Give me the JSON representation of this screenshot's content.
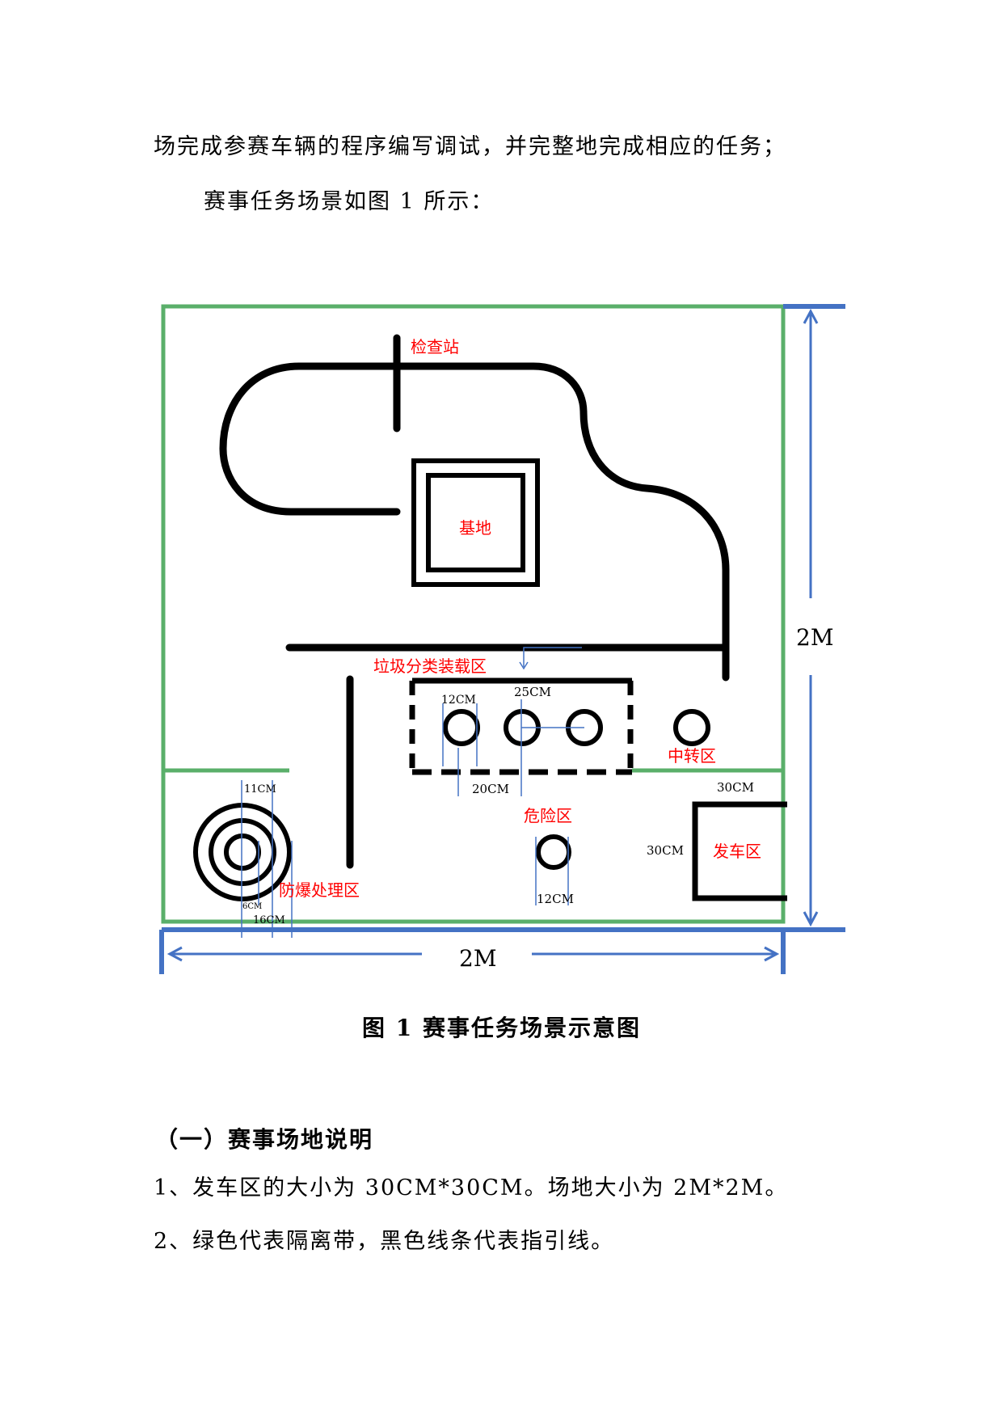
{
  "document": {
    "paragraph_1": "场完成参赛车辆的程序编写调试，并完整地完成相应的任务；",
    "paragraph_2": "赛事任务场景如图 1 所示：",
    "figure_caption": "图 1  赛事任务场景示意图",
    "section_heading": "（一）赛事场地说明",
    "list_item_1": "1、发车区的大小为 30CM*30CM。场地大小为 2M*2M。",
    "list_item_2": "2、绿色代表隔离带，黑色线条代表指引线。"
  },
  "figure": {
    "zones": {
      "checkpoint": "检查站",
      "base": "基地",
      "sorting_area": "垃圾分类装载区",
      "transfer_area": "中转区",
      "danger_area": "危险区",
      "start_area": "发车区",
      "bomb_disposal": "防爆处理区"
    },
    "dimensions": {
      "field_height": "2M",
      "field_width": "2M",
      "sort_circle_diameter": "12CM",
      "sort_circle_spacing": "25CM",
      "sort_circle_gap": "20CM",
      "target_outer": "11CM",
      "target_inner": "6CM",
      "target_full": "16CM",
      "danger_circle": "12CM",
      "start_width": "30CM",
      "start_height": "30CM"
    },
    "colors": {
      "isolation_band": "#5aaf6a",
      "guide_line": "#000000",
      "dimension_line": "#4472c4",
      "zone_label": "#ff0000"
    }
  }
}
